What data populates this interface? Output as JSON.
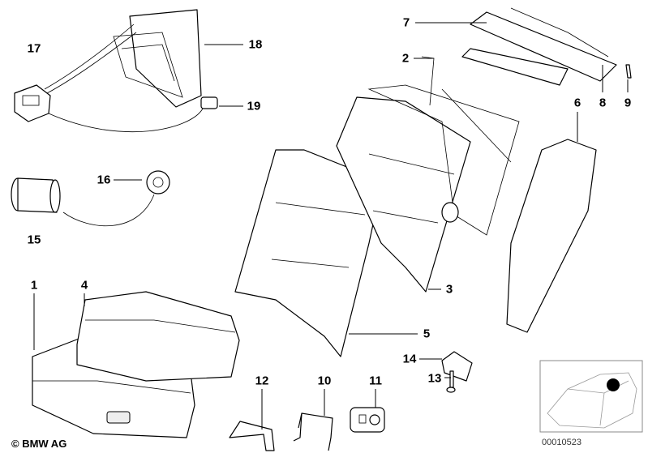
{
  "diagram": {
    "callouts": [
      {
        "number": "1"
      },
      {
        "number": "2"
      },
      {
        "number": "3"
      },
      {
        "number": "4"
      },
      {
        "number": "5"
      },
      {
        "number": "6"
      },
      {
        "number": "7"
      },
      {
        "number": "8"
      },
      {
        "number": "9"
      },
      {
        "number": "10"
      },
      {
        "number": "11"
      },
      {
        "number": "12"
      },
      {
        "number": "13"
      },
      {
        "number": "14"
      },
      {
        "number": "15"
      },
      {
        "number": "16"
      },
      {
        "number": "17"
      },
      {
        "number": "18"
      },
      {
        "number": "19"
      }
    ],
    "copyright": "© BMW AG",
    "document_number": "00010523",
    "locator_thumbnail": {
      "marker_color": "#000000"
    }
  }
}
